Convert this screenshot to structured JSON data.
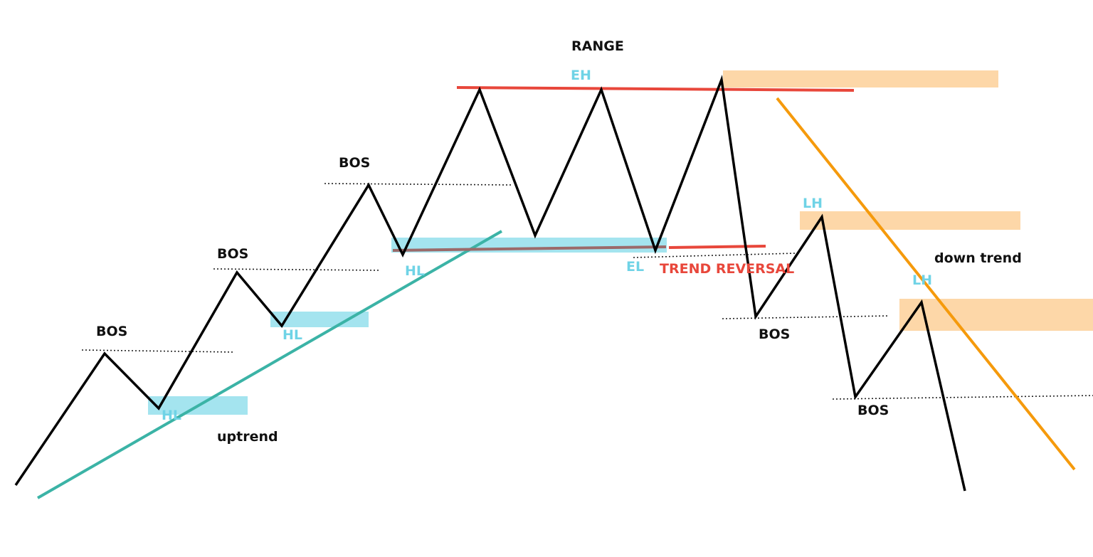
{
  "colors": {
    "price_line": "#000000",
    "uptrend_line": "#3bb3a6",
    "downtrend_line": "#f59a0c",
    "range_line": "#e8473b",
    "support_line": "#9b6a6a",
    "hl_zone": "#a4e4ef",
    "lh_zone": "#fdd7a8",
    "cyan_text": "#6fd3e6",
    "red_text": "#e8473b",
    "dotted": "#222222"
  },
  "labels": {
    "range": "RANGE",
    "eh": "EH",
    "el": "EL",
    "trend_reversal": "TREND REVERSAL",
    "uptrend": "uptrend",
    "down_trend": "down trend",
    "bos_1": "BOS",
    "bos_2": "BOS",
    "bos_3": "BOS",
    "bos_4": "BOS",
    "bos_5": "BOS",
    "hl_1": "HL",
    "hl_2": "HL",
    "hl_3": "HL",
    "lh_1": "LH",
    "lh_2": "LH"
  }
}
